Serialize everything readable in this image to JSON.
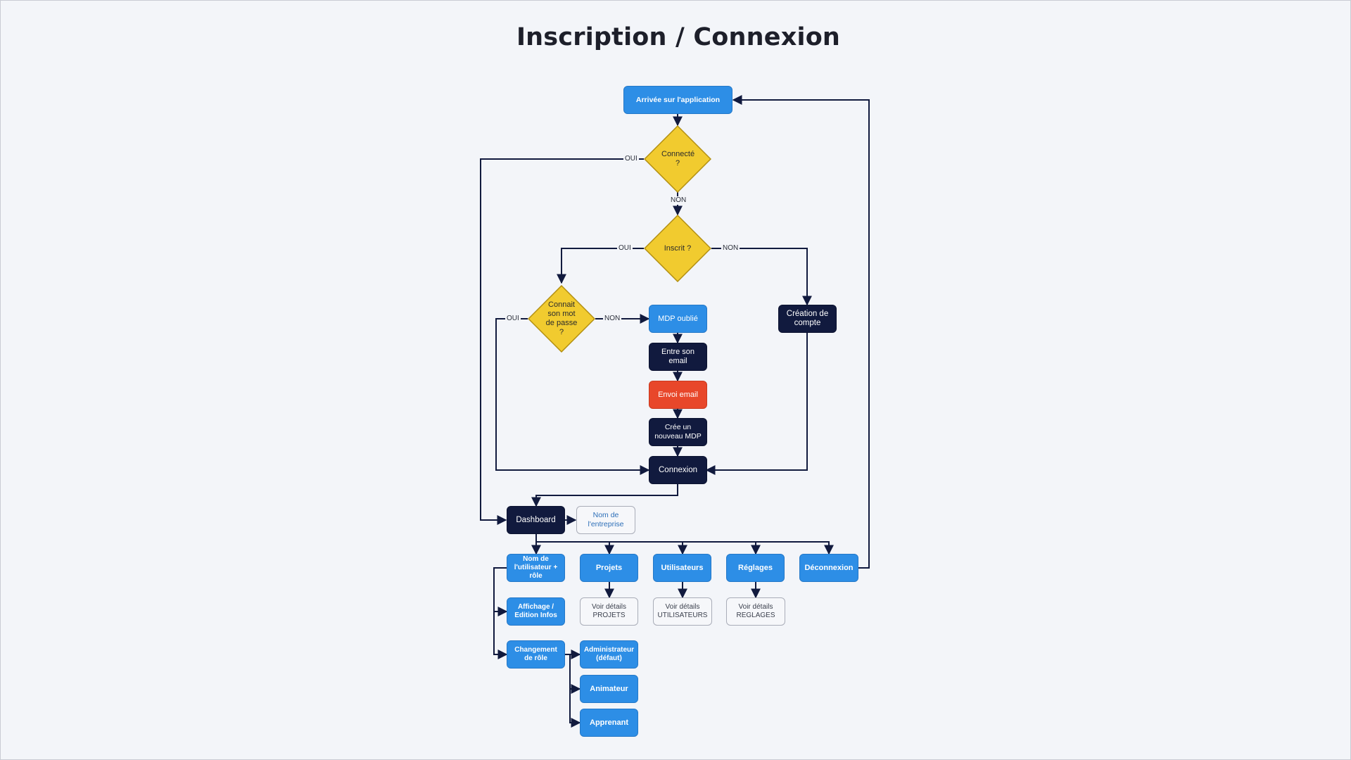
{
  "title": "Inscription / Connexion",
  "colors": {
    "blue": "#2d8ee6",
    "dark": "#111a3e",
    "red": "#e8472a",
    "yellow": "#f1cb2f",
    "line": "#111a3e"
  },
  "nodes": {
    "arrivee": "Arrivée sur l'application",
    "connecte": "Connecté ?",
    "inscrit": "Inscrit ?",
    "connait_mdp": "Connait son mot de passe ?",
    "mdp_oublie": "MDP oublié",
    "creation_compte": "Création de compte",
    "entre_email": "Entre son email",
    "envoi_email": "Envoi email",
    "cree_mdp": "Crée un nouveau MDP",
    "connexion": "Connexion",
    "dashboard": "Dashboard",
    "nom_entreprise": "Nom de l'entreprise",
    "nom_utilisateur": "Nom de l'utilisateur + rôle",
    "projets": "Projets",
    "utilisateurs": "Utilisateurs",
    "reglages": "Réglages",
    "deconnexion": "Déconnexion",
    "affichage": "Affichage / Edition Infos",
    "voir_projets": "Voir détails PROJETS",
    "voir_utilisateurs": "Voir détails UTILISATEURS",
    "voir_reglages": "Voir détails REGLAGES",
    "changement_role": "Changement de rôle",
    "administrateur": "Administrateur (défaut)",
    "animateur": "Animateur",
    "apprenant": "Apprenant"
  },
  "labels": {
    "oui": "OUI",
    "non": "NON"
  }
}
